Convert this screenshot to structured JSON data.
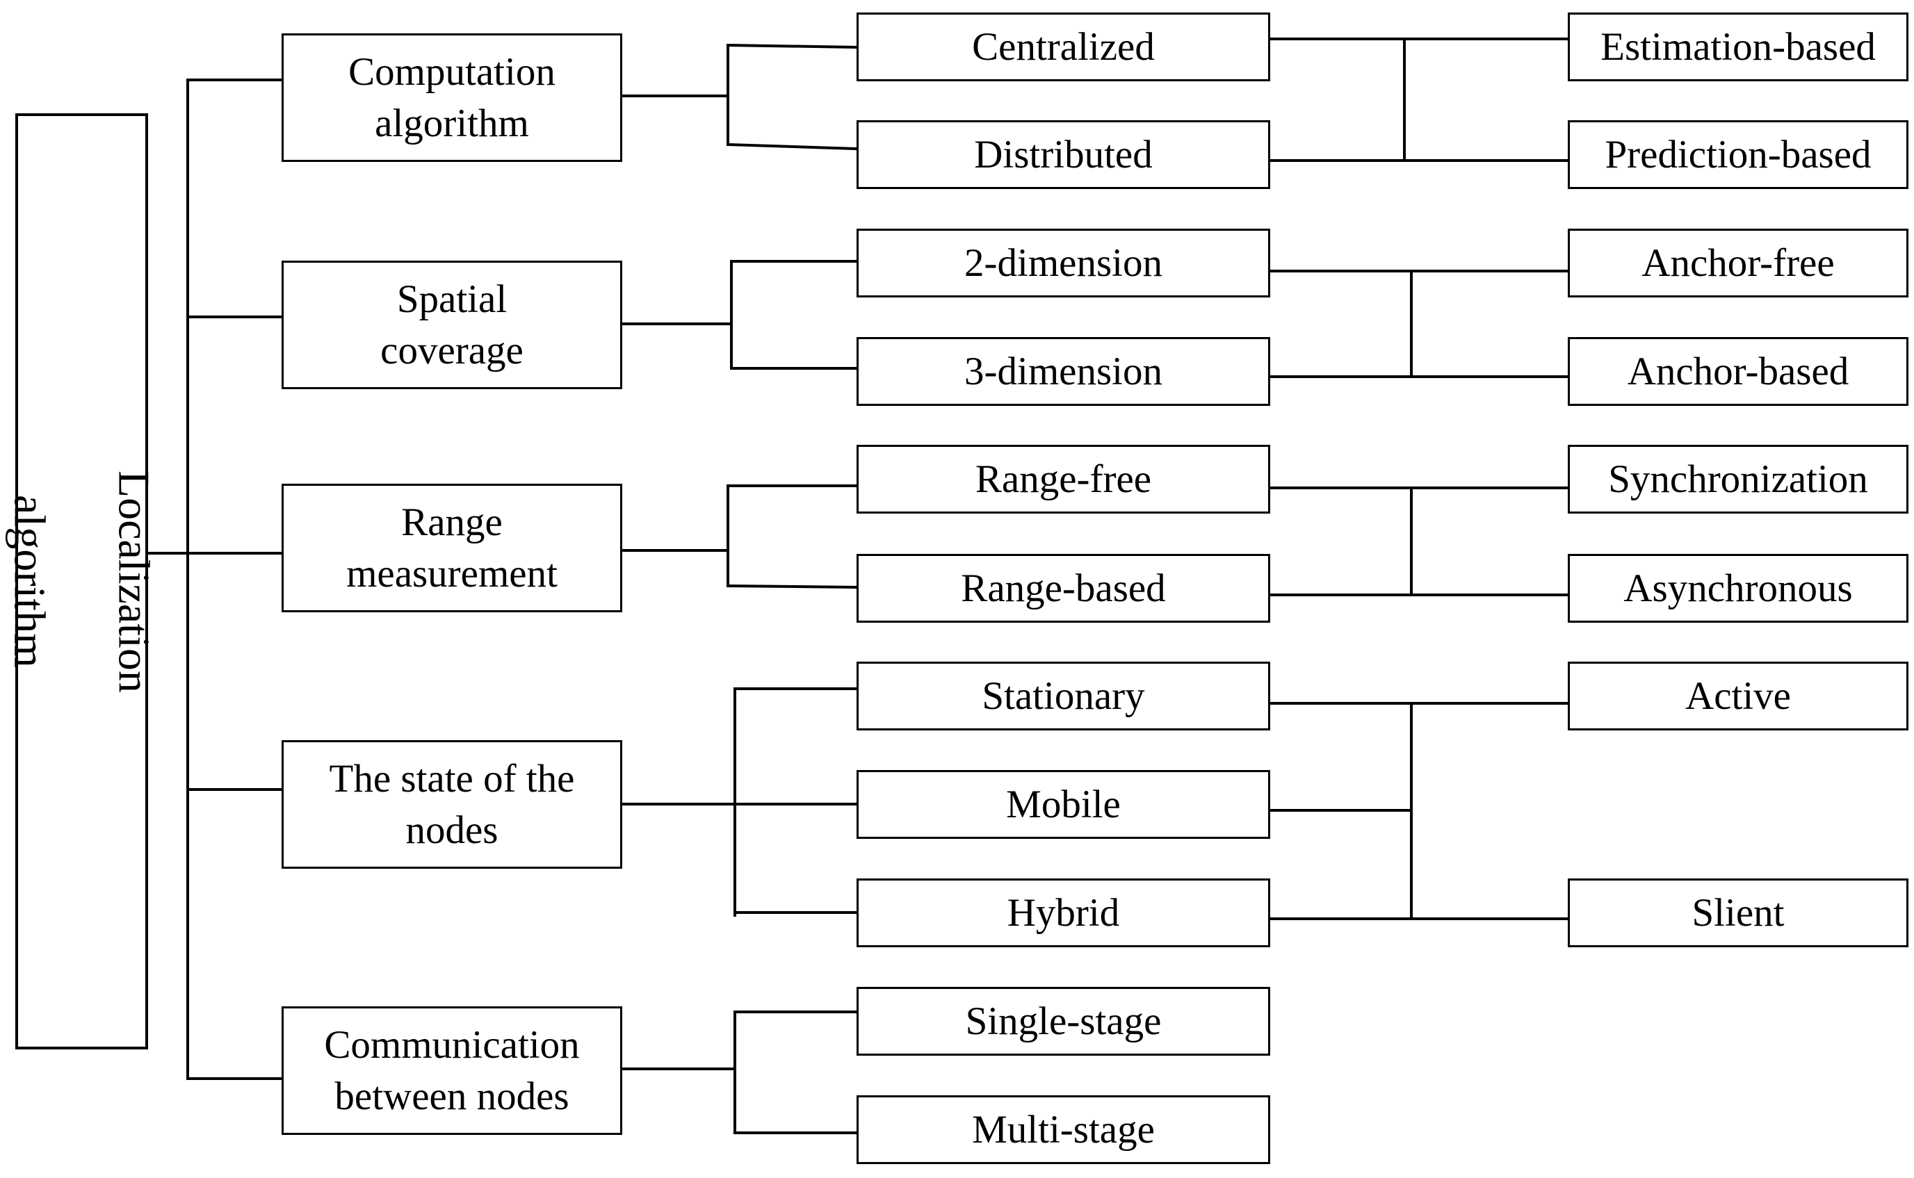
{
  "root": {
    "label": "Localization\nalgorithm"
  },
  "categories": [
    {
      "label": "Computation\nalgorithm",
      "children": [
        "Centralized",
        "Distributed"
      ],
      "subtypes": [
        "Estimation-based",
        "Prediction-based"
      ]
    },
    {
      "label": "Spatial\ncoverage",
      "children": [
        "2-dimension",
        "3-dimension"
      ],
      "subtypes": [
        "Anchor-free",
        "Anchor-based"
      ]
    },
    {
      "label": "Range\nmeasurement",
      "children": [
        "Range-free",
        "Range-based"
      ],
      "subtypes": [
        "Synchronization",
        "Asynchronous"
      ]
    },
    {
      "label": "The state of the\nnodes",
      "children": [
        "Stationary",
        "Mobile",
        "Hybrid"
      ],
      "subtypes": [
        "Active",
        "Slient"
      ]
    },
    {
      "label": "Communication\nbetween nodes",
      "children": [
        "Single-stage",
        "Multi-stage"
      ],
      "subtypes": []
    }
  ]
}
